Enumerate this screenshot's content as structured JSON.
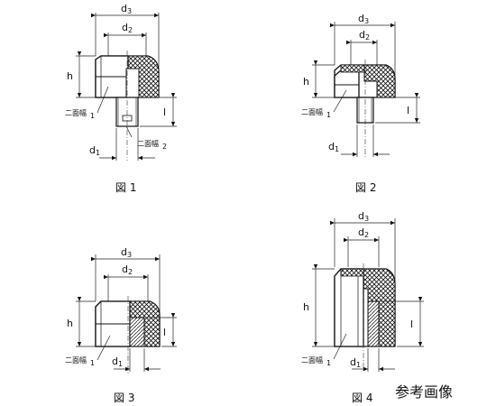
{
  "figures": [
    {
      "caption": "図 1",
      "labels": {
        "d3": "d",
        "d3_sub": "3",
        "d2": "d",
        "d2_sub": "2",
        "h": "h",
        "l": "l",
        "d1": "d",
        "d1_sub": "1",
        "af1": "二面幅",
        "af1_sub": "1",
        "af2": "二面幅",
        "af2_sub": "2"
      }
    },
    {
      "caption": "図 2",
      "labels": {
        "d3": "d",
        "d3_sub": "3",
        "d2": "d",
        "d2_sub": "2",
        "h": "h",
        "l": "l",
        "d1": "d",
        "d1_sub": "1",
        "af1": "二面幅",
        "af1_sub": "1"
      }
    },
    {
      "caption": "図 3",
      "labels": {
        "d3": "d",
        "d3_sub": "3",
        "d2": "d",
        "d2_sub": "2",
        "h": "h",
        "l": "l",
        "d1": "d",
        "d1_sub": "1",
        "af1": "二面幅",
        "af1_sub": "1"
      }
    },
    {
      "caption": "図 4",
      "labels": {
        "d3": "d",
        "d3_sub": "3",
        "d2": "d",
        "d2_sub": "2",
        "h": "h",
        "l": "l",
        "d1": "d",
        "d1_sub": "1",
        "af1": "二面幅",
        "af1_sub": "1"
      }
    }
  ],
  "reference_note": "参考画像"
}
